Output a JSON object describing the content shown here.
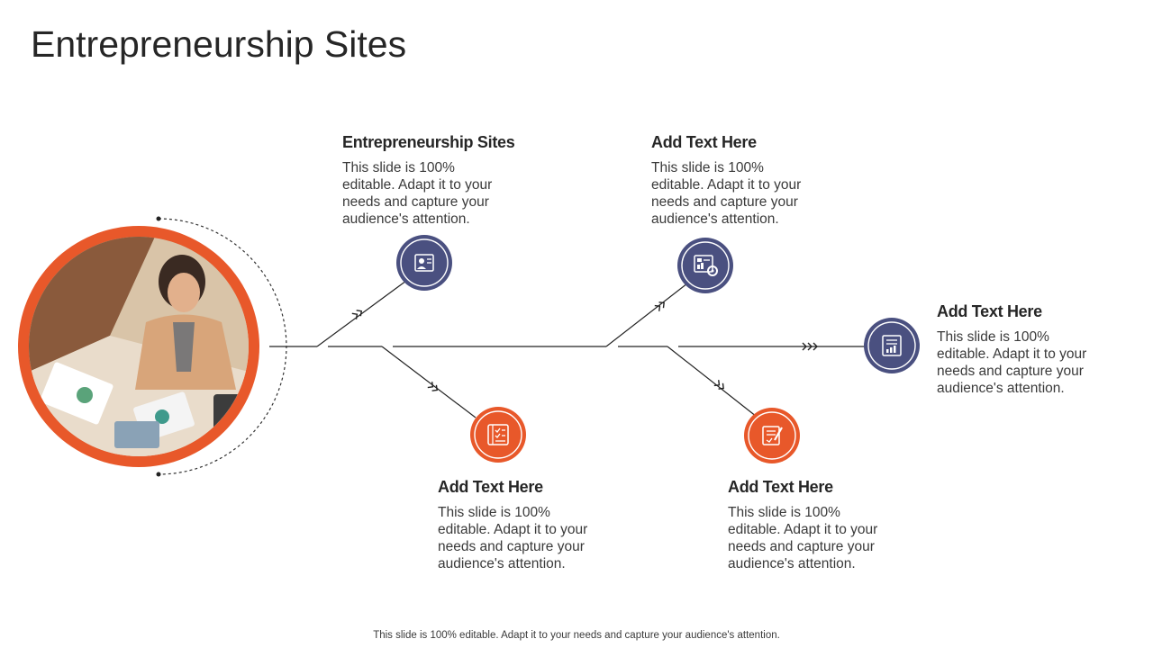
{
  "page": {
    "title": "Entrepreneurship Sites"
  },
  "colors": {
    "navy": "#4a5080",
    "orange": "#e8582a",
    "line": "#222222"
  },
  "nodes": [
    {
      "id": "n1",
      "title": "Entrepreneurship Sites",
      "desc": "This slide is 100% editable. Adapt it to your needs and capture your audience's attention.",
      "icon": "resume-icon",
      "color": "navy"
    },
    {
      "id": "n2",
      "title": "Add Text Here",
      "desc": "This slide is 100% editable. Adapt it to your needs and capture your audience's attention.",
      "icon": "checklist-icon",
      "color": "orange"
    },
    {
      "id": "n3",
      "title": "Add Text Here",
      "desc": "This slide is 100% editable. Adapt it to your needs and capture your audience's attention.",
      "icon": "dashboard-gear-icon",
      "color": "navy"
    },
    {
      "id": "n4",
      "title": "Add Text Here",
      "desc": "This slide is 100% editable. Adapt it to your needs and capture your audience's attention.",
      "icon": "document-edit-icon",
      "color": "orange"
    },
    {
      "id": "n5",
      "title": "Add Text Here",
      "desc": "This slide is 100% editable. Adapt it to your needs and capture your audience's attention.",
      "icon": "report-chart-icon",
      "color": "navy"
    }
  ],
  "footer": "This slide is 100% editable. Adapt it to your needs and capture your audience's attention."
}
